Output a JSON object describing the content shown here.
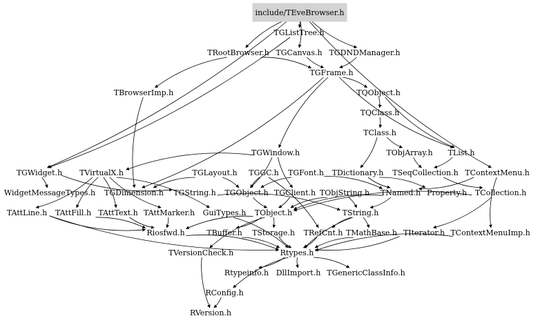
{
  "diagram": {
    "title": "include/TEveBrowser.h",
    "nodes": [
      {
        "id": "TEveBrowser",
        "label": "include/TEveBrowser.h"
      },
      {
        "id": "TGListTree",
        "label": "TGListTree.h"
      },
      {
        "id": "TRootBrowser",
        "label": "TRootBrowser.h"
      },
      {
        "id": "TGCanvas",
        "label": "TGCanvas.h"
      },
      {
        "id": "TGDNDManager",
        "label": "TGDNDManager.h"
      },
      {
        "id": "TGFrame",
        "label": "TGFrame.h"
      },
      {
        "id": "TBrowserImp",
        "label": "TBrowserImp.h"
      },
      {
        "id": "TQObject",
        "label": "TQObject.h"
      },
      {
        "id": "TQClass",
        "label": "TQClass.h"
      },
      {
        "id": "TClass",
        "label": "TClass.h"
      },
      {
        "id": "TObjArray",
        "label": "TObjArray.h"
      },
      {
        "id": "TList",
        "label": "TList.h"
      },
      {
        "id": "TGWindow",
        "label": "TGWindow.h"
      },
      {
        "id": "TGWidget",
        "label": "TGWidget.h"
      },
      {
        "id": "TVirtualX",
        "label": "TVirtualX.h"
      },
      {
        "id": "TGLayout",
        "label": "TGLayout.h"
      },
      {
        "id": "TGGC",
        "label": "TGGC.h"
      },
      {
        "id": "TGFont",
        "label": "TGFont.h"
      },
      {
        "id": "TDictionary",
        "label": "TDictionary.h"
      },
      {
        "id": "TSeqCollection",
        "label": "TSeqCollection.h"
      },
      {
        "id": "TContextMenu",
        "label": "TContextMenu.h"
      },
      {
        "id": "WidgetMessageTypes",
        "label": "WidgetMessageTypes.h"
      },
      {
        "id": "TGDimension",
        "label": "TGDimension.h"
      },
      {
        "id": "TGString",
        "label": "TGString.h"
      },
      {
        "id": "TGObject",
        "label": "TGObject.h"
      },
      {
        "id": "TGClient",
        "label": "TGClient.h"
      },
      {
        "id": "TObjString",
        "label": "TObjString.h"
      },
      {
        "id": "TNamed",
        "label": "TNamed.h"
      },
      {
        "id": "Property",
        "label": "Property.h"
      },
      {
        "id": "TCollection",
        "label": "TCollection.h"
      },
      {
        "id": "TAttLine",
        "label": "TAttLine.h"
      },
      {
        "id": "TAttFill",
        "label": "TAttFill.h"
      },
      {
        "id": "TAttText",
        "label": "TAttText.h"
      },
      {
        "id": "TAttMarker",
        "label": "TAttMarker.h"
      },
      {
        "id": "GuiTypes",
        "label": "GuiTypes.h"
      },
      {
        "id": "TObject",
        "label": "TObject.h"
      },
      {
        "id": "TString",
        "label": "TString.h"
      },
      {
        "id": "Riosfwd",
        "label": "Riosfwd.h"
      },
      {
        "id": "TBuffer",
        "label": "TBuffer.h"
      },
      {
        "id": "TStorage",
        "label": "TStorage.h"
      },
      {
        "id": "TRefCnt",
        "label": "TRefCnt.h"
      },
      {
        "id": "TMathBase",
        "label": "TMathBase.h"
      },
      {
        "id": "TIterator",
        "label": "TIterator.h"
      },
      {
        "id": "TContextMenuImp",
        "label": "TContextMenuImp.h"
      },
      {
        "id": "TVersionCheck",
        "label": "TVersionCheck.h"
      },
      {
        "id": "Rtypes",
        "label": "Rtypes.h"
      },
      {
        "id": "Rtypeinfo",
        "label": "Rtypeinfo.h"
      },
      {
        "id": "DllImport",
        "label": "DllImport.h"
      },
      {
        "id": "TGenericClassInfo",
        "label": "TGenericClassInfo.h"
      },
      {
        "id": "RConfig",
        "label": "RConfig.h"
      },
      {
        "id": "RVersion",
        "label": "RVersion.h"
      }
    ],
    "edges": [
      [
        "TEveBrowser",
        "TGListTree"
      ],
      [
        "TEveBrowser",
        "TRootBrowser"
      ],
      [
        "TEveBrowser",
        "TGCanvas"
      ],
      [
        "TEveBrowser",
        "TGDNDManager"
      ],
      [
        "TEveBrowser",
        "TGWidget"
      ],
      [
        "TEveBrowser",
        "TContextMenu"
      ],
      [
        "TGListTree",
        "TGWidget"
      ],
      [
        "TRootBrowser",
        "TBrowserImp"
      ],
      [
        "TRootBrowser",
        "TGFrame"
      ],
      [
        "TGCanvas",
        "TGFrame"
      ],
      [
        "TGDNDManager",
        "TGFrame"
      ],
      [
        "TGFrame",
        "TGWindow"
      ],
      [
        "TGFrame",
        "TQObject"
      ],
      [
        "TGFrame",
        "TList"
      ],
      [
        "TGFrame",
        "TGDimension"
      ],
      [
        "TBrowserImp",
        "TGDimension"
      ],
      [
        "TQObject",
        "TQClass"
      ],
      [
        "TQObject",
        "TList"
      ],
      [
        "TQClass",
        "TClass"
      ],
      [
        "TClass",
        "TObjArray"
      ],
      [
        "TClass",
        "TDictionary"
      ],
      [
        "TObjArray",
        "TSeqCollection"
      ],
      [
        "TList",
        "TSeqCollection"
      ],
      [
        "TGWindow",
        "TVirtualX"
      ],
      [
        "TGWindow",
        "TGObject"
      ],
      [
        "TGWindow",
        "TGClient"
      ],
      [
        "TGWidget",
        "WidgetMessageTypes"
      ],
      [
        "TGWidget",
        "TGString"
      ],
      [
        "TVirtualX",
        "TAttLine"
      ],
      [
        "TVirtualX",
        "TAttFill"
      ],
      [
        "TVirtualX",
        "TAttText"
      ],
      [
        "TVirtualX",
        "TAttMarker"
      ],
      [
        "TVirtualX",
        "GuiTypes"
      ],
      [
        "TGLayout",
        "TGDimension"
      ],
      [
        "TGLayout",
        "TGObject"
      ],
      [
        "TGGC",
        "TGObject"
      ],
      [
        "TGGC",
        "TRefCnt"
      ],
      [
        "TGFont",
        "TGObject"
      ],
      [
        "TGFont",
        "TNamed"
      ],
      [
        "TDictionary",
        "TNamed"
      ],
      [
        "TDictionary",
        "Property"
      ],
      [
        "TSeqCollection",
        "TCollection"
      ],
      [
        "TContextMenu",
        "TNamed"
      ],
      [
        "TContextMenu",
        "TContextMenuImp"
      ],
      [
        "TGString",
        "TString"
      ],
      [
        "TGObject",
        "TObject"
      ],
      [
        "TGClient",
        "TObject"
      ],
      [
        "TObjString",
        "TObject"
      ],
      [
        "TObjString",
        "TString"
      ],
      [
        "TNamed",
        "TObject"
      ],
      [
        "TNamed",
        "TString"
      ],
      [
        "TCollection",
        "TObject"
      ],
      [
        "TCollection",
        "TIterator"
      ],
      [
        "TAttLine",
        "Riosfwd"
      ],
      [
        "TAttFill",
        "Riosfwd"
      ],
      [
        "TAttText",
        "Riosfwd"
      ],
      [
        "TAttMarker",
        "Riosfwd"
      ],
      [
        "TAttLine",
        "Rtypes"
      ],
      [
        "GuiTypes",
        "Rtypes"
      ],
      [
        "TObject",
        "Riosfwd"
      ],
      [
        "TObject",
        "TStorage"
      ],
      [
        "TObject",
        "TVersionCheck"
      ],
      [
        "TObject",
        "TBuffer"
      ],
      [
        "TString",
        "TRefCnt"
      ],
      [
        "TString",
        "TMathBase"
      ],
      [
        "TString",
        "Rtypes"
      ],
      [
        "TBuffer",
        "Rtypes"
      ],
      [
        "TStorage",
        "Rtypes"
      ],
      [
        "TRefCnt",
        "Rtypes"
      ],
      [
        "TMathBase",
        "Rtypes"
      ],
      [
        "TIterator",
        "Rtypes"
      ],
      [
        "TContextMenuImp",
        "Rtypes"
      ],
      [
        "Riosfwd",
        "Rtypes"
      ],
      [
        "TVersionCheck",
        "RVersion"
      ],
      [
        "Rtypes",
        "Rtypeinfo"
      ],
      [
        "Rtypes",
        "DllImport"
      ],
      [
        "Rtypes",
        "TGenericClassInfo"
      ],
      [
        "Rtypes",
        "RConfig"
      ],
      [
        "RConfig",
        "RVersion"
      ]
    ]
  }
}
